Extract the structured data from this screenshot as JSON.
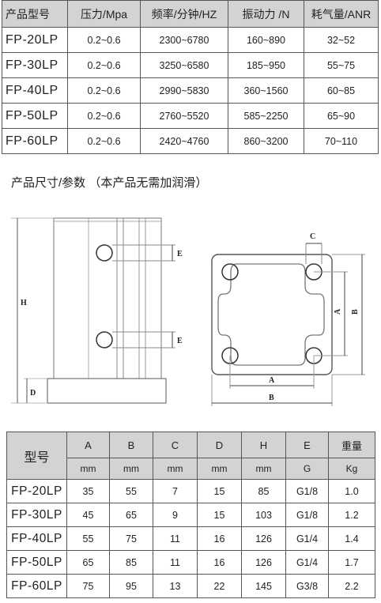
{
  "spec_table": {
    "headers": [
      "产品型号",
      "压力/Mpa",
      "频率/分钟/HZ",
      "振动力 /N",
      "耗气量/ANR"
    ],
    "rows": [
      [
        "FP-20LP",
        "0.2~0.6",
        "2300~6780",
        "160~890",
        "32~52"
      ],
      [
        "FP-30LP",
        "0.2~0.6",
        "3250~6580",
        "185~950",
        "55~75"
      ],
      [
        "FP-40LP",
        "0.2~0.6",
        "2990~5830",
        "360~1560",
        "60~85"
      ],
      [
        "FP-50LP",
        "0.2~0.6",
        "2760~5520",
        "585~2250",
        "65~90"
      ],
      [
        "FP-60LP",
        "0.2~0.6",
        "2420~4760",
        "860~3200",
        "70~110"
      ]
    ]
  },
  "section_title": "产品尺寸/参数 （本产品无需加润滑）",
  "drawing": {
    "side_labels": {
      "H": "H",
      "D": "D",
      "E1": "E",
      "E2": "E"
    },
    "front_labels": {
      "C": "C",
      "A_bottom": "A",
      "B_bottom": "B",
      "A_right": "A",
      "B_right": "B"
    }
  },
  "dim_table": {
    "model_header": "型号",
    "headers": [
      "A",
      "B",
      "C",
      "D",
      "H",
      "E",
      "重量"
    ],
    "units": [
      "mm",
      "mm",
      "mm",
      "mm",
      "mm",
      "G",
      "Kg"
    ],
    "rows": [
      [
        "FP-20LP",
        "35",
        "55",
        "7",
        "15",
        "85",
        "G1/8",
        "1.0"
      ],
      [
        "FP-30LP",
        "45",
        "65",
        "9",
        "15",
        "103",
        "G1/8",
        "1.2"
      ],
      [
        "FP-40LP",
        "55",
        "75",
        "11",
        "16",
        "126",
        "G1/4",
        "1.4"
      ],
      [
        "FP-50LP",
        "65",
        "85",
        "11",
        "16",
        "126",
        "G1/4",
        "1.7"
      ],
      [
        "FP-60LP",
        "75",
        "95",
        "13",
        "22",
        "145",
        "G3/8",
        "2.2"
      ]
    ]
  }
}
